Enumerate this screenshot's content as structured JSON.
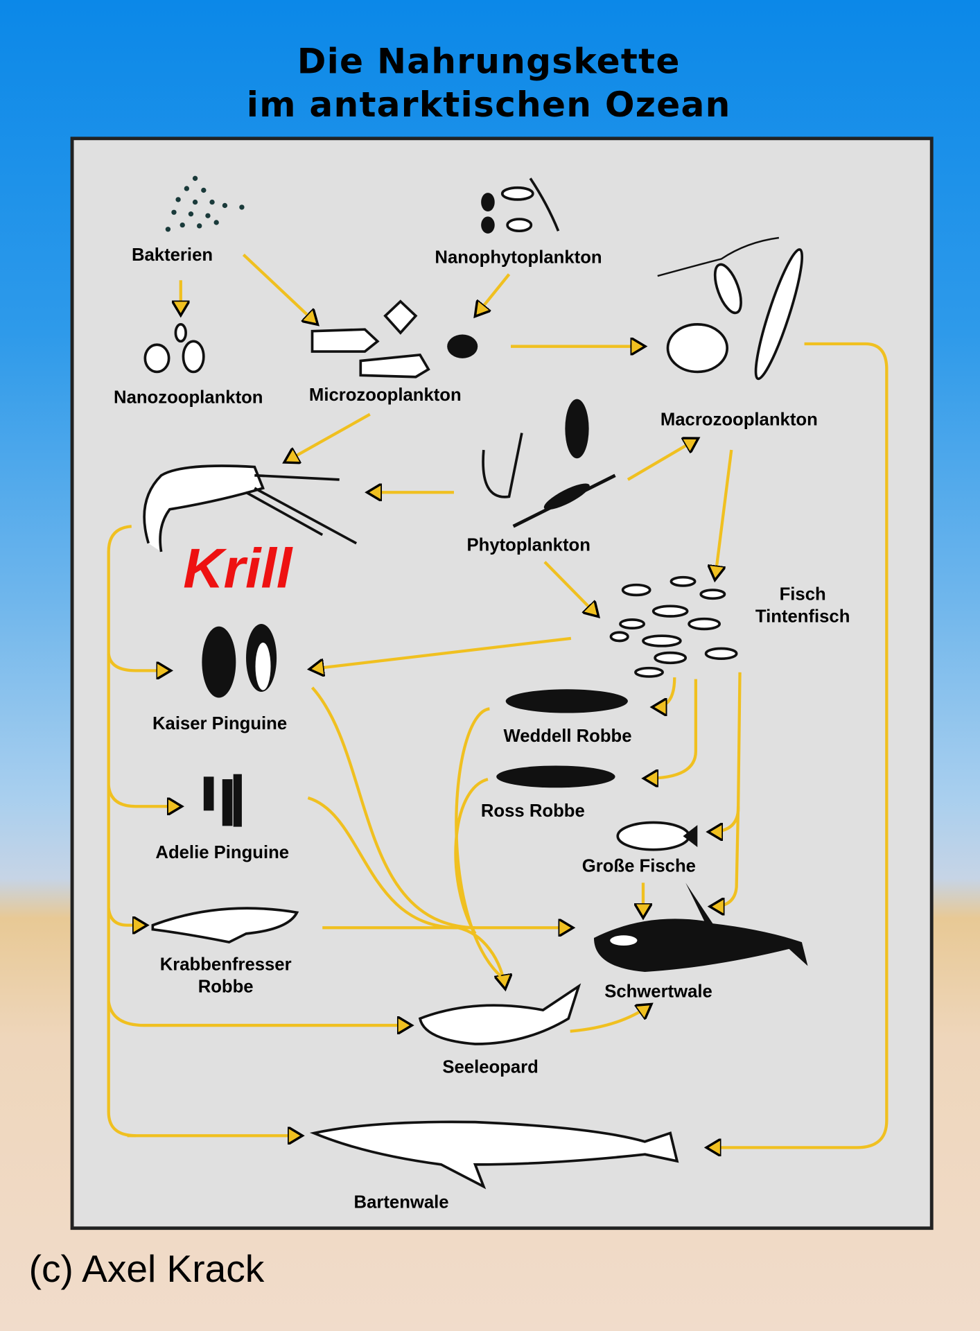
{
  "title": {
    "line1": "Die Nahrungskette",
    "line2": "im antarktischen Ozean"
  },
  "labels": {
    "bakterien": "Bakterien",
    "nanophytoplankton": "Nanophytoplankton",
    "nanozooplankton": "Nanozooplankton",
    "microzooplankton": "Microzooplankton",
    "macrozooplankton": "Macrozooplankton",
    "phytoplankton": "Phytoplankton",
    "krill": "Krill",
    "fisch": "Fisch",
    "tintenfisch": "Tintenfisch",
    "kaiser_pinguine": "Kaiser Pinguine",
    "weddell_robbe": "Weddell Robbe",
    "ross_robbe": "Ross Robbe",
    "adelie_pinguine": "Adelie Pinguine",
    "grosse_fische": "Große Fische",
    "krabbenfresser_1": "Krabbenfresser",
    "krabbenfresser_2": "Robbe",
    "schwertwale": "Schwertwale",
    "seeleopard": "Seeleopard",
    "bartenwale": "Bartenwale"
  },
  "copyright": "(c) Axel Krack",
  "colors": {
    "arrow": "#f0c020",
    "krill": "#ee1111",
    "panel": "#e0e0e0"
  }
}
